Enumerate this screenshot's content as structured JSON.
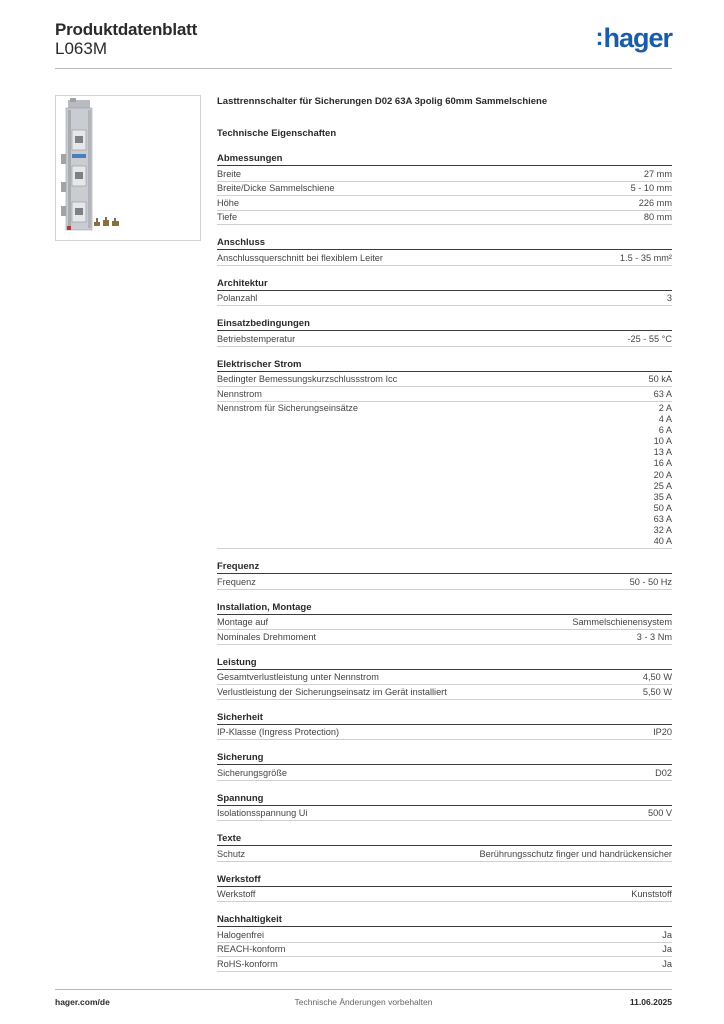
{
  "header": {
    "title": "Produktdatenblatt",
    "subtitle": "L063M",
    "logo_text": "hager",
    "logo_color": "#1a5ca8"
  },
  "product": {
    "description": "Lasttrennschalter für Sicherungen D02 63A 3polig 60mm Sammelschiene",
    "section_title": "Technische Eigenschaften"
  },
  "groups": [
    {
      "title": "Abmessungen",
      "rows": [
        {
          "label": "Breite",
          "value": "27 mm"
        },
        {
          "label": "Breite/Dicke Sammelschiene",
          "value": "5 - 10 mm"
        },
        {
          "label": "Höhe",
          "value": "226 mm"
        },
        {
          "label": "Tiefe",
          "value": "80 mm"
        }
      ]
    },
    {
      "title": "Anschluss",
      "rows": [
        {
          "label": "Anschlussquerschnitt bei flexiblem Leiter",
          "value": "1.5 - 35 mm²"
        }
      ]
    },
    {
      "title": "Architektur",
      "rows": [
        {
          "label": "Polanzahl",
          "value": "3"
        }
      ]
    },
    {
      "title": "Einsatzbedingungen",
      "rows": [
        {
          "label": "Betriebstemperatur",
          "value": "-25 - 55 °C"
        }
      ]
    },
    {
      "title": "Elektrischer Strom",
      "rows": [
        {
          "label": "Bedingter Bemessungskurzschlussstrom Icc",
          "value": "50 kA"
        },
        {
          "label": "Nennstrom",
          "value": "63 A"
        },
        {
          "label": "Nennstrom für Sicherungseinsätze",
          "values": [
            "2 A",
            "4 A",
            "6 A",
            "10 A",
            "13 A",
            "16 A",
            "20 A",
            "25 A",
            "35 A",
            "50 A",
            "63 A",
            "32 A",
            "40 A"
          ]
        }
      ]
    },
    {
      "title": "Frequenz",
      "rows": [
        {
          "label": "Frequenz",
          "value": "50 - 50 Hz"
        }
      ]
    },
    {
      "title": "Installation, Montage",
      "rows": [
        {
          "label": "Montage auf",
          "value": "Sammelschienensystem"
        },
        {
          "label": "Nominales Drehmoment",
          "value": "3 - 3 Nm"
        }
      ]
    },
    {
      "title": "Leistung",
      "rows": [
        {
          "label": "Gesamtverlustleistung unter Nennstrom",
          "value": "4,50 W"
        },
        {
          "label": "Verlustleistung der Sicherungseinsatz im Gerät installiert",
          "value": "5,50 W"
        }
      ]
    },
    {
      "title": "Sicherheit",
      "rows": [
        {
          "label": "IP-Klasse (Ingress Protection)",
          "value": "IP20"
        }
      ]
    },
    {
      "title": "Sicherung",
      "rows": [
        {
          "label": "Sicherungsgröße",
          "value": "D02"
        }
      ]
    },
    {
      "title": "Spannung",
      "rows": [
        {
          "label": "Isolationsspannung Ui",
          "value": "500 V"
        }
      ]
    },
    {
      "title": "Texte",
      "rows": [
        {
          "label": "Schutz",
          "value": "Berührungsschutz finger und handrückensicher"
        }
      ]
    },
    {
      "title": "Werkstoff",
      "rows": [
        {
          "label": "Werkstoff",
          "value": "Kunststoff"
        }
      ]
    },
    {
      "title": "Nachhaltigkeit",
      "rows": [
        {
          "label": "Halogenfrei",
          "value": "Ja"
        },
        {
          "label": "REACH-konform",
          "value": "Ja"
        },
        {
          "label": "RoHS-konform",
          "value": "Ja"
        }
      ]
    }
  ],
  "footer": {
    "left": "hager.com/de",
    "center": "Technische Änderungen vorbehalten",
    "right": "11.06.2025"
  }
}
